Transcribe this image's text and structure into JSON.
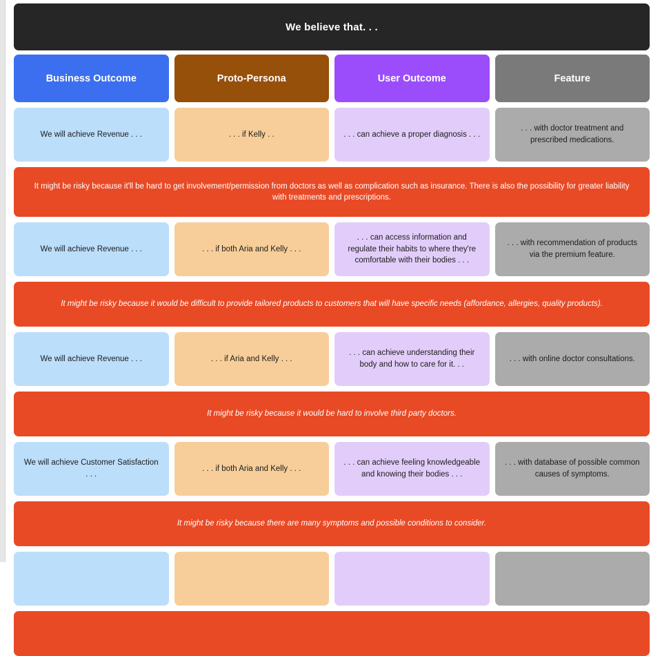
{
  "board": {
    "title": "We believe that. . .",
    "columns": [
      {
        "label": "Business Outcome",
        "color": "#3B6FEF",
        "card_color": "#BBDEFB"
      },
      {
        "label": "Proto-Persona",
        "color": "#96500A",
        "card_color": "#F7CE99"
      },
      {
        "label": "User Outcome",
        "color": "#9B4DFC",
        "card_color": "#E2CDFA"
      },
      {
        "label": "Feature",
        "color": "#7A7A7A",
        "card_color": "#ABABAB"
      }
    ],
    "risk_color": "#E84A25",
    "title_bar_color": "#262626",
    "rows": [
      {
        "cards": [
          "We will achieve Revenue . . .",
          ". . . if Kelly  . .",
          ". . . can achieve a proper diagnosis . . .",
          ". . . with doctor treatment and prescribed medications."
        ],
        "risk": "It might be risky because it'll be hard to get involvement/permission from doctors as well as complication such as insurance. There is also the possibility for greater liability with treatments and prescriptions.",
        "risk_italic": false
      },
      {
        "cards": [
          "We will achieve Revenue . . .",
          ". . . if both Aria and Kelly . . .",
          ". . . can access information and regulate their habits to where they're comfortable with their bodies . . .",
          ". . . with recommendation of products via the premium feature."
        ],
        "risk": "It might be risky because it would be difficult to provide tailored products to customers that will have specific needs (affordance, allergies, quality products).",
        "risk_italic": true
      },
      {
        "cards": [
          "We will achieve Revenue . . .",
          ". . . if Aria and Kelly . . .",
          ". . . can achieve understanding their body and how to care for it. . .",
          ". . . with online doctor consultations."
        ],
        "risk": "It might be risky because it would be hard to involve third party doctors.",
        "risk_italic": true
      },
      {
        "cards": [
          "We will achieve Customer Satisfaction . . .",
          ". . . if both Aria and Kelly . . .",
          ". . . can achieve feeling knowledgeable and knowing their bodies . . .",
          ". . . with database of possible common causes of symptoms."
        ],
        "risk": "It might be risky because there are many symptoms and possible conditions to consider.",
        "risk_italic": true
      },
      {
        "cards": [
          "",
          "",
          "",
          ""
        ],
        "risk": "",
        "risk_italic": false
      }
    ]
  }
}
